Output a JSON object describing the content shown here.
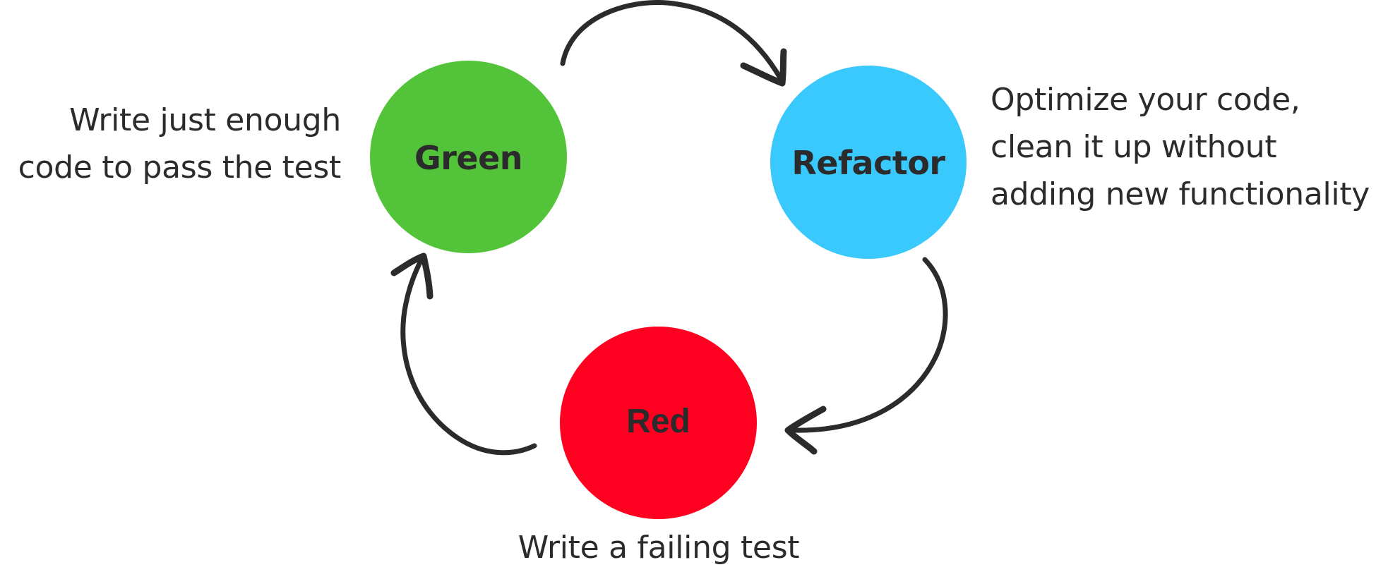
{
  "diagram": {
    "title": "Red Green Refactor cycle",
    "stroke_color": "#2b2b2b",
    "text_color": "#2b2b2b",
    "nodes": [
      {
        "id": "green",
        "label": "Green",
        "color": "#53c43a",
        "description_lines": [
          "Write just enough",
          "code to pass the test"
        ]
      },
      {
        "id": "refactor",
        "label": "Refactor",
        "color": "#3ac9fc",
        "description_lines": [
          "Optimize your code,",
          "clean it up without",
          "adding new functionality"
        ]
      },
      {
        "id": "red",
        "label": "Red",
        "color": "#ff0020",
        "description_lines": [
          "Write a failing test"
        ]
      }
    ],
    "edges": [
      {
        "from": "green",
        "to": "refactor"
      },
      {
        "from": "refactor",
        "to": "red"
      },
      {
        "from": "red",
        "to": "green"
      }
    ]
  }
}
